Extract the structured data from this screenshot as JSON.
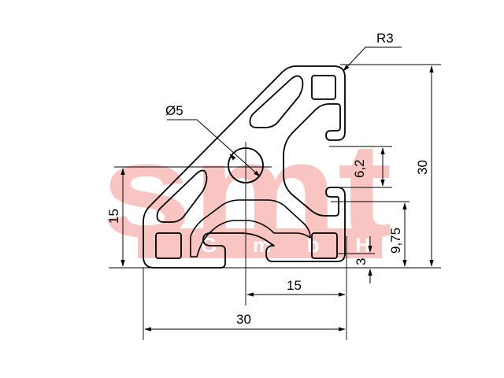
{
  "watermark": {
    "brand": "smt",
    "sub": "G m b H",
    "color": "#e8322d"
  },
  "dimensions": {
    "radius": "R3",
    "diameter": "Ø5",
    "slot_width": "6,2",
    "overall_height": "30",
    "left_height": "15",
    "slot_offset": "9,75",
    "bottom_offset": "3",
    "half_width": "15",
    "overall_width": "30"
  },
  "colors": {
    "line": "#000000",
    "background": "#ffffff"
  }
}
